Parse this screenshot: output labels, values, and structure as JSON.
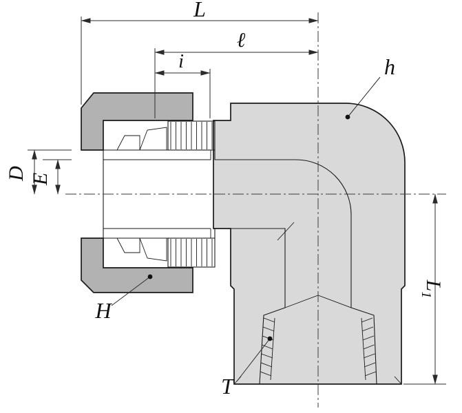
{
  "drawing": {
    "type": "technical-drawing-elbow-tube-fitting-cross-section",
    "labels": {
      "overall_length": "L",
      "length_to_center": "ℓ",
      "insert_depth": "i",
      "body": "h",
      "tube_od": "D",
      "bore": "E",
      "nut": "H",
      "thread": "T",
      "leg_length_main": "L",
      "leg_length_sub": "1"
    },
    "colors": {
      "background": "#ffffff",
      "body_fill": "#d9d9d9",
      "nut_fill": "#b2b2b2",
      "bore_fill": "#ffffff",
      "line": "#1a1a1a"
    }
  }
}
